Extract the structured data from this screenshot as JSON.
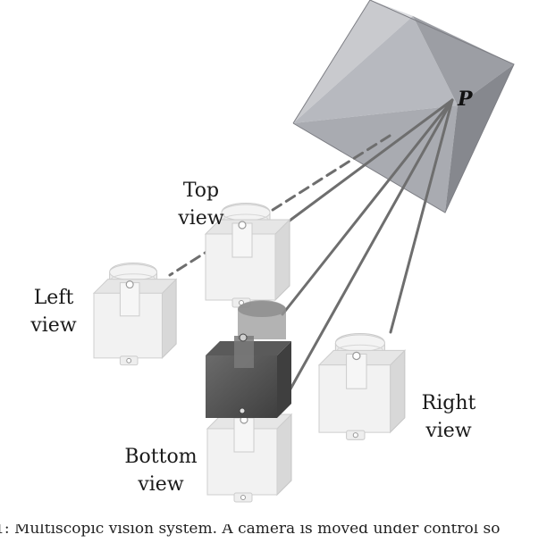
{
  "point_label": "P",
  "labels": {
    "top": "Top\nview",
    "left": "Left\nview",
    "right": "Right\nview",
    "bottom": "Bottom\nview"
  },
  "caption": "1: Multiscopic vision system. A camera is moved under control so",
  "colors": {
    "pyramid_light": "#d4d5d9",
    "pyramid_mid": "#b9bbc1",
    "pyramid_dark": "#8f9096",
    "camera_light": "#eeeeee",
    "camera_shade": "#d9d9d9",
    "camera_dark": "#5a5a5a",
    "ray": "#6e6e6e"
  }
}
